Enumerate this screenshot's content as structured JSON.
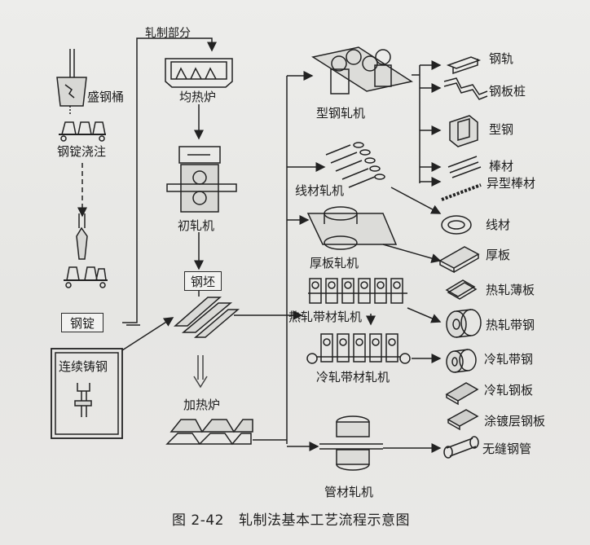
{
  "title": {
    "figure_no": "图 2-42",
    "text": "轧制法基本工艺流程示意图"
  },
  "rolling_section": "轧制部分",
  "left_column": {
    "ladle": "盛钢桶",
    "ingot_pouring": "钢锭浇注",
    "ingot": "钢锭",
    "continuous_casting": "连续铸钢"
  },
  "middle_column": {
    "soaking_pit": "均热炉",
    "blooming_mill": "初轧机",
    "billet": "钢坯",
    "reheating_furnace": "加热炉"
  },
  "mills": {
    "section_mill": "型钢轧机",
    "wire_rod_mill": "线材轧机",
    "plate_mill": "厚板轧机",
    "hot_strip_mill": "热轧带材轧机",
    "cold_strip_mill": "冷轧带材轧机",
    "tube_mill": "管材轧机"
  },
  "products": [
    "钢轨",
    "钢板桩",
    "型钢",
    "棒材",
    "异型棒材",
    "线材",
    "厚板",
    "热轧薄板",
    "热轧带钢",
    "冷轧带钢",
    "冷轧钢板",
    "涂镀层钢板",
    "无缝钢管"
  ]
}
